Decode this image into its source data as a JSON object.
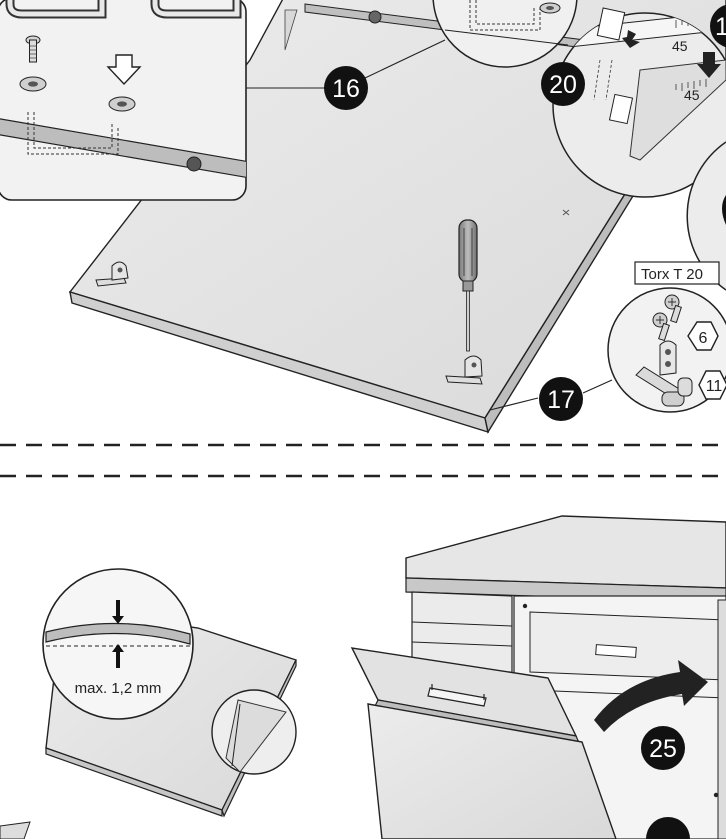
{
  "steps": {
    "s16": "16",
    "s17": "17",
    "s20": "20",
    "s25": "25",
    "s1_partial": "1"
  },
  "labels": {
    "torx": "Torx T 20",
    "hex6": "6",
    "hex11": "11",
    "measure_top": "45",
    "measure_bottom": "45",
    "max_gap": "max. 1,2 mm"
  },
  "colors": {
    "panel": "#e9e9e9",
    "panel_edge": "#c9c9c9",
    "outline": "#222222",
    "badge": "#111111"
  }
}
